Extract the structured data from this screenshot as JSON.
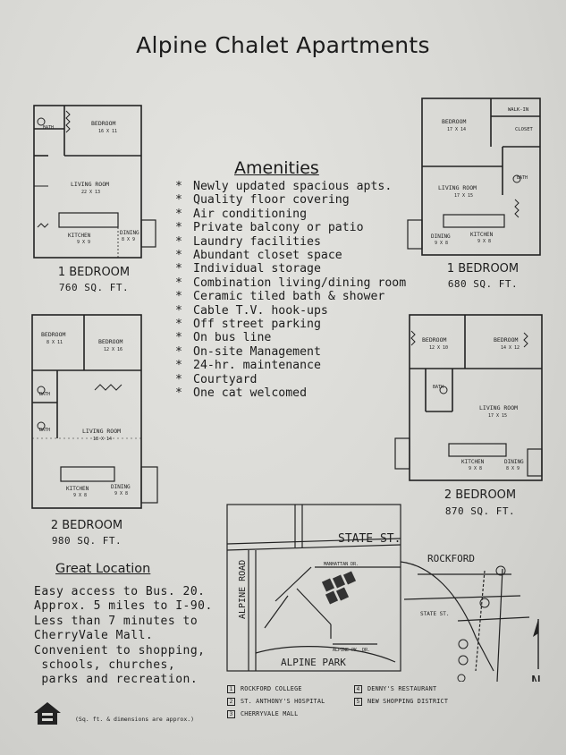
{
  "title": "Alpine Chalet Apartments",
  "amenities": {
    "heading": "Amenities",
    "items": [
      "Newly updated spacious apts.",
      "Quality floor covering",
      "Air conditioning",
      "Private balcony or patio",
      "Laundry facilities",
      "Abundant closet space",
      "Individual storage",
      "Combination living/dining room",
      "Ceramic tiled bath & shower",
      "Cable T.V. hook-ups",
      "Off street parking",
      "On bus line",
      "On-site Management",
      "24-hr. maintenance",
      "Courtyard",
      "One cat welcomed"
    ]
  },
  "plans": {
    "p1": {
      "name": "1 BEDROOM",
      "size": "760 SQ. FT.",
      "rooms": {
        "bedroom": "BEDROOM",
        "bedroom_dim": "16 X 11",
        "living": "LIVING ROOM",
        "living_dim": "22 X 13",
        "kitchen": "KITCHEN",
        "kitchen_dim": "9 X 9",
        "dining": "DINING",
        "dining_dim": "8 X 9",
        "bath": "BATH"
      }
    },
    "p2": {
      "name": "1 BEDROOM",
      "size": "680 SQ. FT.",
      "rooms": {
        "bedroom": "BEDROOM",
        "bedroom_dim": "17 X 14",
        "walkin": "WALK-IN",
        "closet": "CLOSET",
        "living": "LIVING ROOM",
        "living_dim": "17 X 15",
        "kitchen": "KITCHEN",
        "kitchen_dim": "9 X 8",
        "dining": "DINING",
        "dining_dim": "9 X 8",
        "bath": "BATH"
      }
    },
    "p3": {
      "name": "2 BEDROOM",
      "size": "980 SQ. FT.",
      "rooms": {
        "bedroom_a": "BEDROOM",
        "bedroom_a_dim": "8 X 11",
        "bedroom_b": "BEDROOM",
        "bedroom_b_dim": "12 X 16",
        "living": "LIVING ROOM",
        "living_dim": "18 X 14",
        "kitchen": "KITCHEN",
        "kitchen_dim": "9 X 8",
        "dining": "DINING",
        "dining_dim": "9 X 8",
        "bath_a": "BATH",
        "bath_b": "BATH"
      }
    },
    "p4": {
      "name": "2 BEDROOM",
      "size": "870 SQ. FT.",
      "rooms": {
        "bedroom_a": "BEDROOM",
        "bedroom_a_dim": "12 X 10",
        "bedroom_b": "BEDROOM",
        "bedroom_b_dim": "14 X 12",
        "living": "LIVING ROOM",
        "living_dim": "17 X 15",
        "kitchen": "KITCHEN",
        "kitchen_dim": "9 X 8",
        "dining": "DINING",
        "dining_dim": "8 X 9",
        "bath": "BATH"
      }
    }
  },
  "location": {
    "heading": "Great Location",
    "lines": [
      "Easy access to Bus. 20.",
      "Approx. 5 miles to I-90.",
      "Less than 7 minutes to",
      "CherryVale Mall.",
      "Convenient to shopping,",
      " schools, churches,",
      " parks and recreation."
    ]
  },
  "map": {
    "state_st": "STATE ST.",
    "alpine_road": "ALPINE ROAD",
    "alpine_park": "ALPINE PARK",
    "rockford": "ROCKFORD",
    "state_st_small": "STATE ST.",
    "manhattan_dr": "MANHATTAN DR.",
    "alpine_pk_dr": "ALPINE PK. DR.",
    "north": "N",
    "legend": [
      {
        "num": "1",
        "label": "ROCKFORD COLLEGE"
      },
      {
        "num": "2",
        "label": "ST. ANTHONY'S HOSPITAL"
      },
      {
        "num": "3",
        "label": "CHERRYVALE MALL"
      },
      {
        "num": "4",
        "label": "DENNY'S RESTAURANT"
      },
      {
        "num": "5",
        "label": "NEW SHOPPING DISTRICT"
      }
    ]
  },
  "footnote": "(Sq. ft. & dimensions are approx.)",
  "colors": {
    "paper": "#d8d8d4",
    "ink": "#1c1c1c"
  },
  "icons": {
    "logo": "equal-housing-house-icon"
  }
}
